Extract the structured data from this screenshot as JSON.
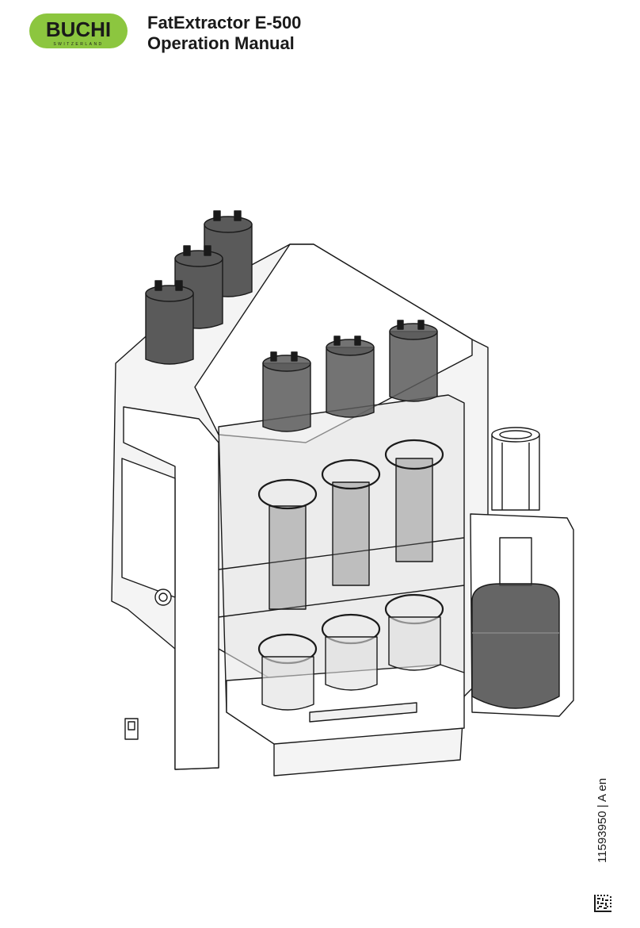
{
  "brand": {
    "logo_text": "BUCHI",
    "logo_subtext": "SWITZERLAND",
    "logo_color": "#8cc63f"
  },
  "header": {
    "product_title": "FatExtractor E-500",
    "document_type": "Operation Manual"
  },
  "footer": {
    "document_number": "11593950 | A en"
  },
  "illustration": {
    "subject": "fatextractor-instrument-drawing"
  }
}
